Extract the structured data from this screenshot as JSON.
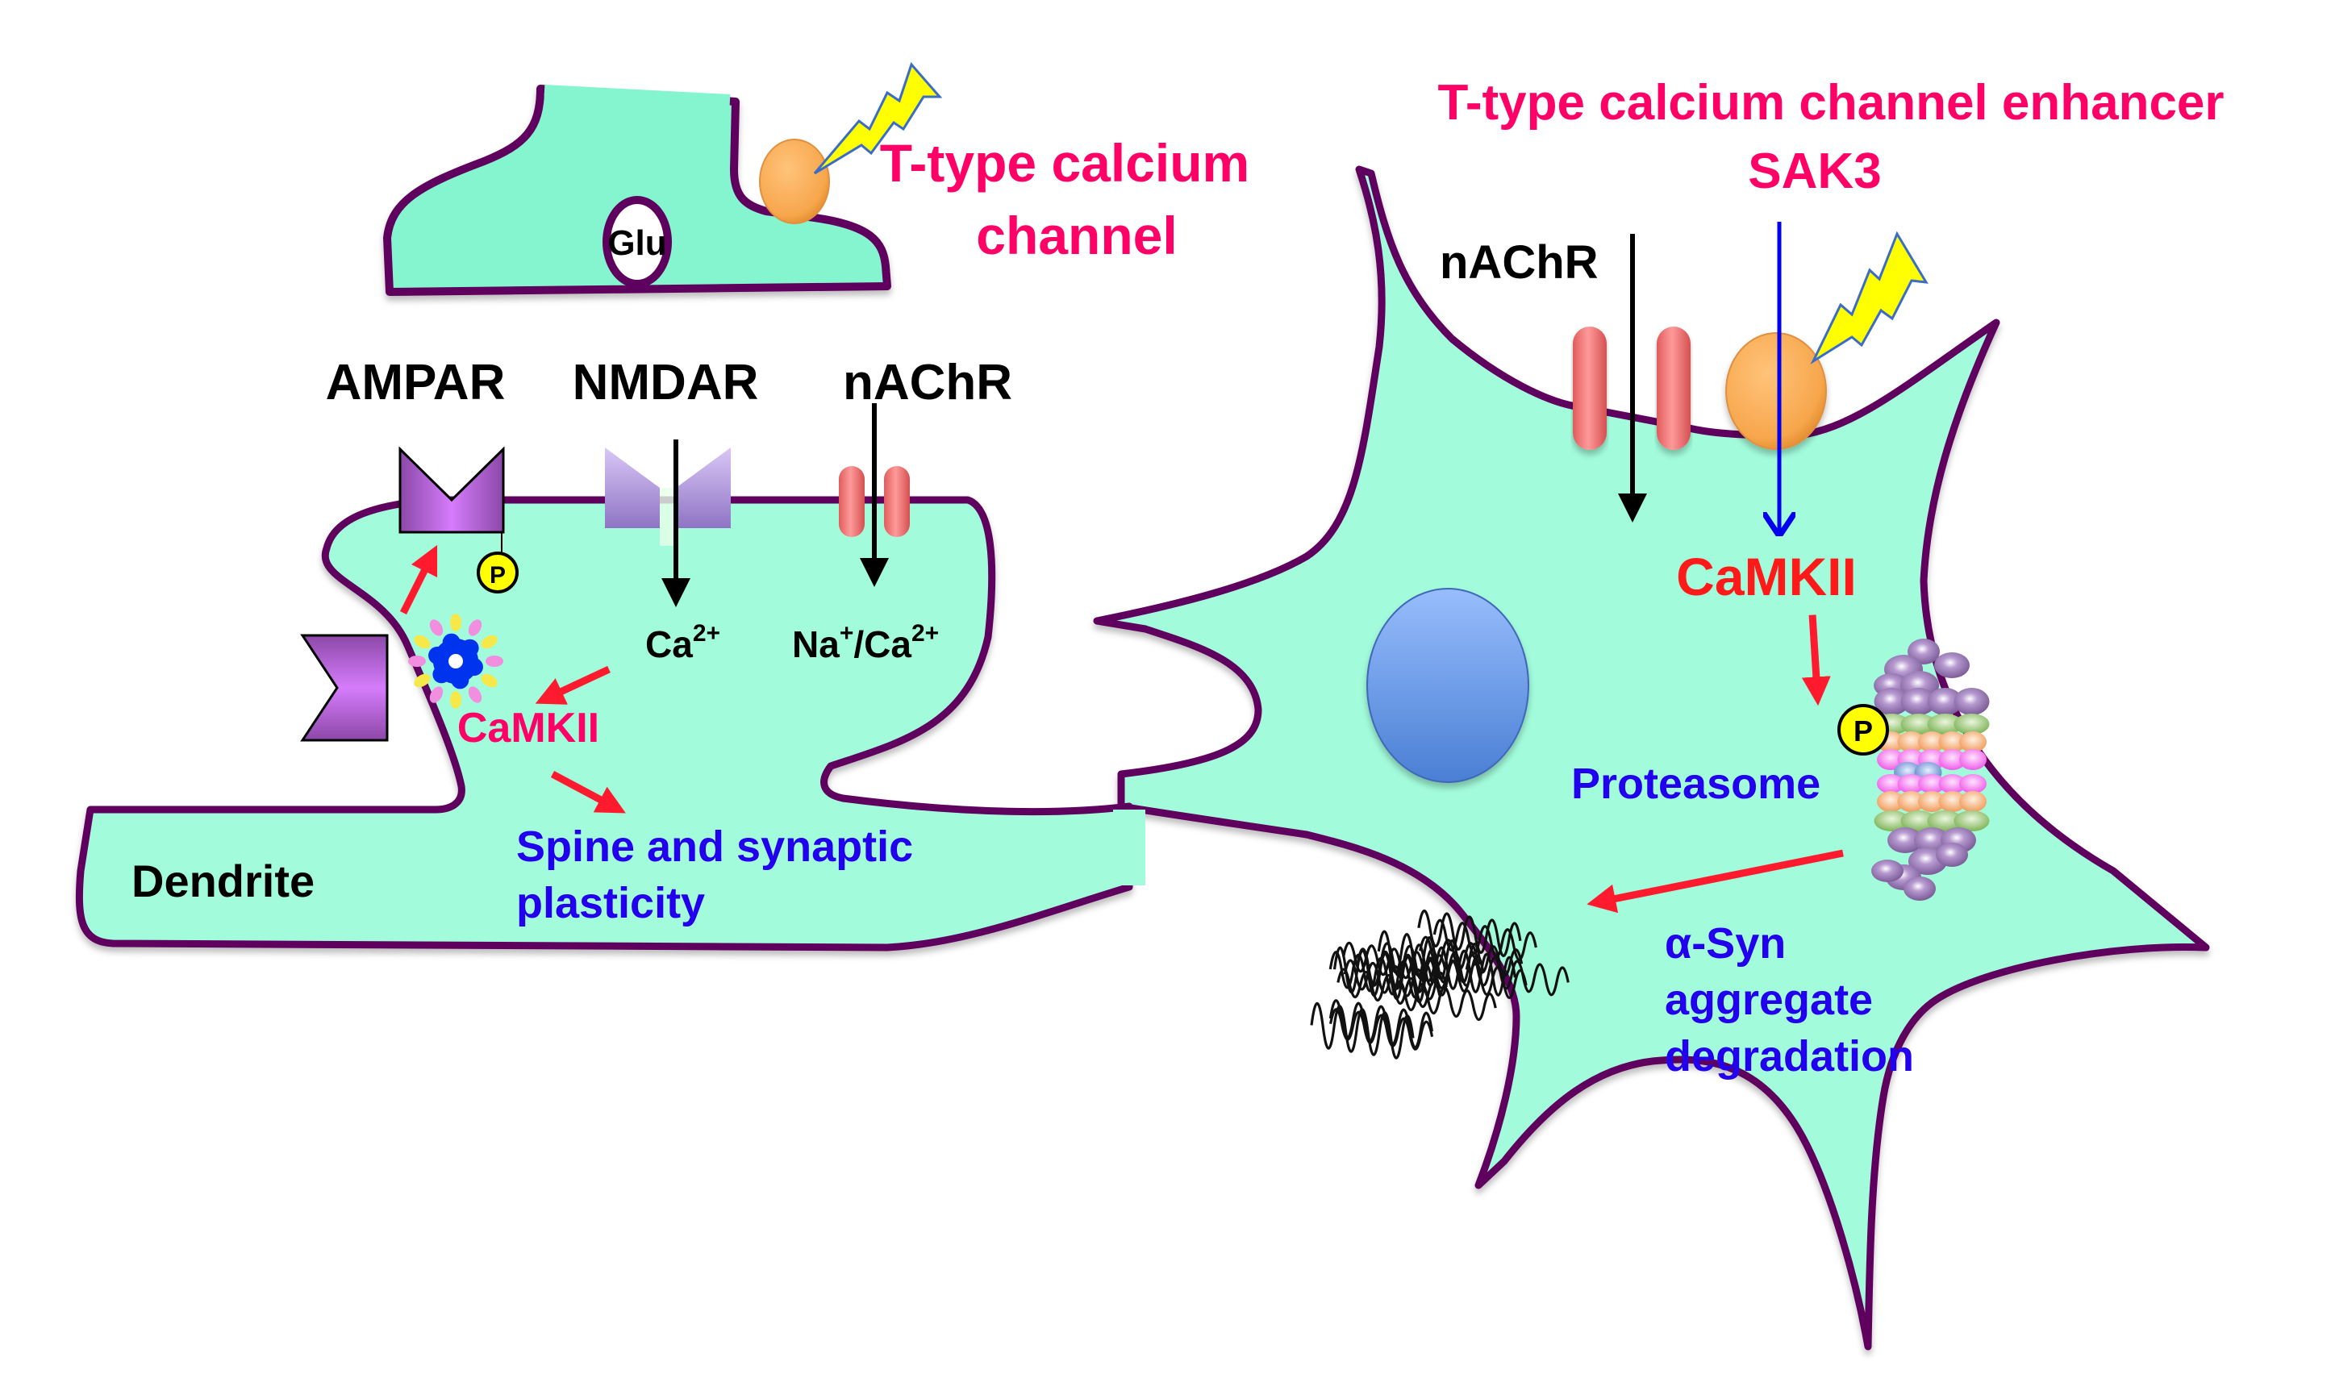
{
  "presynapse": {
    "vesicle_label": "Glu",
    "ttype_label_line1": "T-type calcium",
    "ttype_label_line2": "channel"
  },
  "spine": {
    "receptor_labels": {
      "ampar": "AMPAR",
      "nmdar": "NMDAR",
      "nachr": "nAChR"
    },
    "ion_labels": {
      "nmdar_ion": "Ca",
      "nmdar_ion_charge": "2+",
      "nachr_ion_na": "Na",
      "nachr_ion_na_charge": "+",
      "nachr_ion_sep": "/Ca",
      "nachr_ion_ca_charge": "2+"
    },
    "phospho_label": "P",
    "kinase_label": "CaMKII",
    "outcome_line1": "Spine and synaptic",
    "outcome_line2": "plasticity",
    "dendrite_label": "Dendrite"
  },
  "soma": {
    "enhancer_line1": "T-type calcium channel enhancer",
    "enhancer_line2": "SAK3",
    "receptor_label": "nAChR",
    "kinase_label": "CaMKII",
    "phospho_label": "P",
    "proteasome_label": "Proteasome",
    "outcome_line1": "α-Syn",
    "outcome_line2": "aggregate",
    "outcome_line3": "degradation"
  },
  "colors": {
    "cytoplasm": "#a2fcdb",
    "presynapse_fill": "#84f5cf",
    "membrane": "#5e005e",
    "ttype_channel": "#fbb060",
    "bolt": "#ffff00",
    "label_pink": "#ff0066",
    "label_red": "#ff1a1a",
    "label_blue": "#2200ee",
    "nucleus": "#7aa6ee",
    "ampar": "#c96ef0",
    "nmdar": "#bba3e6",
    "nachr": "#f08080",
    "phospho": "#ffff00"
  }
}
